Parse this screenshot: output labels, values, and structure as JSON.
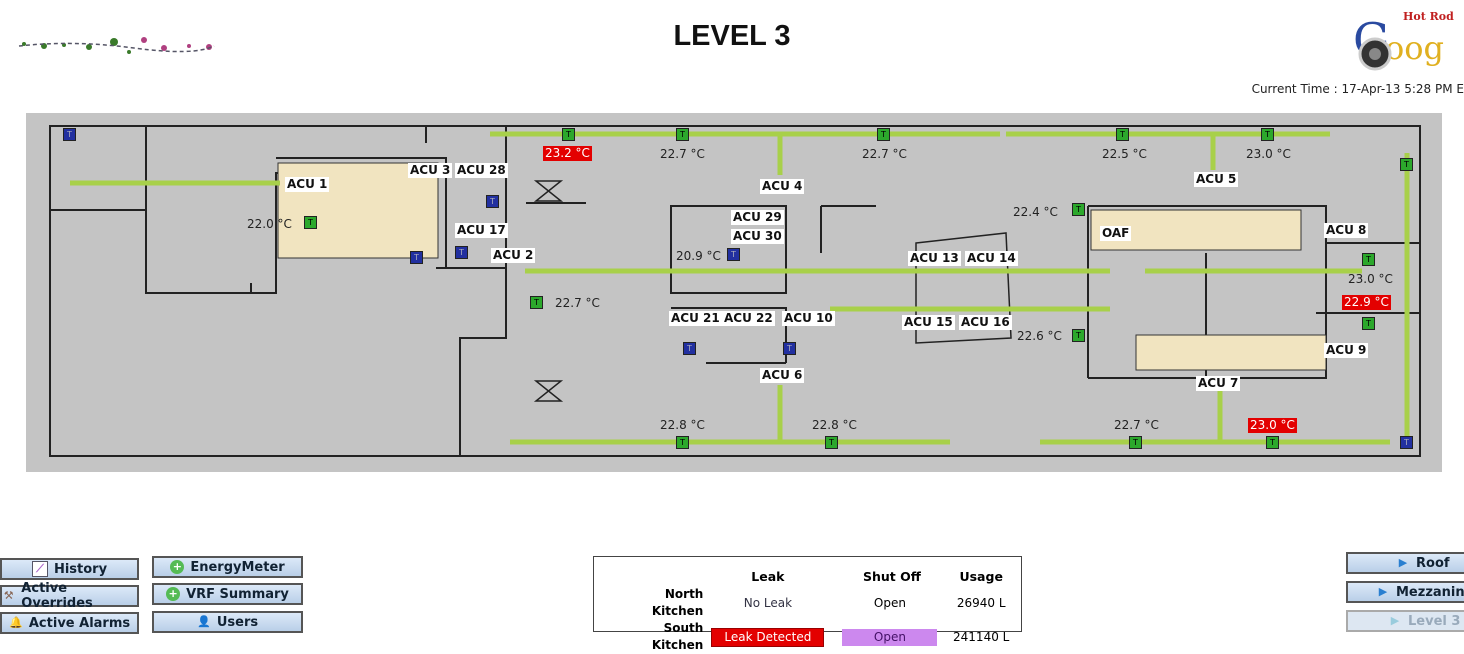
{
  "header": {
    "title": "LEVEL 3",
    "current_time_label": "Current Time :",
    "current_time": "17-Apr-13 5:28 PM E"
  },
  "logos": {
    "left": "company logo",
    "right": "Hot Rod Google"
  },
  "floorplan": {
    "acu_labels": [
      "ACU 1",
      "ACU 3",
      "ACU 28",
      "ACU 17",
      "ACU 2",
      "ACU 4",
      "ACU 29",
      "ACU 30",
      "ACU 13",
      "ACU 14",
      "ACU 21",
      "ACU 22",
      "ACU 10",
      "ACU 15",
      "ACU 16",
      "ACU 6",
      "ACU 5",
      "OAF",
      "ACU 8",
      "ACU 9",
      "ACU 7"
    ],
    "temperatures": [
      {
        "value": "23.2 °C",
        "alarm": true
      },
      {
        "value": "22.7 °C",
        "alarm": false
      },
      {
        "value": "22.7 °C",
        "alarm": false
      },
      {
        "value": "22.5 °C",
        "alarm": false
      },
      {
        "value": "23.0 °C",
        "alarm": false
      },
      {
        "value": "22.0 °C",
        "alarm": false
      },
      {
        "value": "22.4 °C",
        "alarm": false
      },
      {
        "value": "20.9 °C",
        "alarm": false
      },
      {
        "value": "22.7 °C",
        "alarm": false
      },
      {
        "value": "23.0 °C",
        "alarm": false
      },
      {
        "value": "22.9 °C",
        "alarm": true
      },
      {
        "value": "22.6 °C",
        "alarm": false
      },
      {
        "value": "22.8 °C",
        "alarm": false
      },
      {
        "value": "22.8 °C",
        "alarm": false
      },
      {
        "value": "22.7 °C",
        "alarm": false
      },
      {
        "value": "23.0 °C",
        "alarm": true
      }
    ],
    "sensor_glyph": "T",
    "colors": {
      "duct": "#a8d04a",
      "alarm": "#e30000",
      "sensor": "#2ca82c",
      "unit": "#2230a0",
      "background": "#c4c4c4"
    }
  },
  "nav_left": [
    {
      "label": "History",
      "icon": "chart-icon"
    },
    {
      "label": "Active Overrides",
      "icon": "hammer-icon"
    },
    {
      "label": "Active Alarms",
      "icon": "bell-icon"
    },
    {
      "label": "EnergyMeter",
      "icon": "plus-circle-icon"
    },
    {
      "label": "VRF Summary",
      "icon": "plus-circle-icon"
    },
    {
      "label": "Users",
      "icon": "user-icon"
    }
  ],
  "leak_panel": {
    "headers": [
      "Leak",
      "Shut Off",
      "Usage"
    ],
    "rows": [
      {
        "name": "North Kitchen",
        "leak": "No Leak",
        "shutoff": "Open",
        "usage": "26940 L"
      },
      {
        "name": "South Kitchen",
        "leak": "Leak Detected",
        "shutoff": "Open",
        "usage": "241140 L"
      }
    ],
    "colors": {
      "leak_alarm": "#e30000",
      "shutoff_highlight": "#cc88ee"
    }
  },
  "nav_right": [
    {
      "label": "Roof"
    },
    {
      "label": "Mezzanine"
    },
    {
      "label": "Level 3"
    }
  ]
}
